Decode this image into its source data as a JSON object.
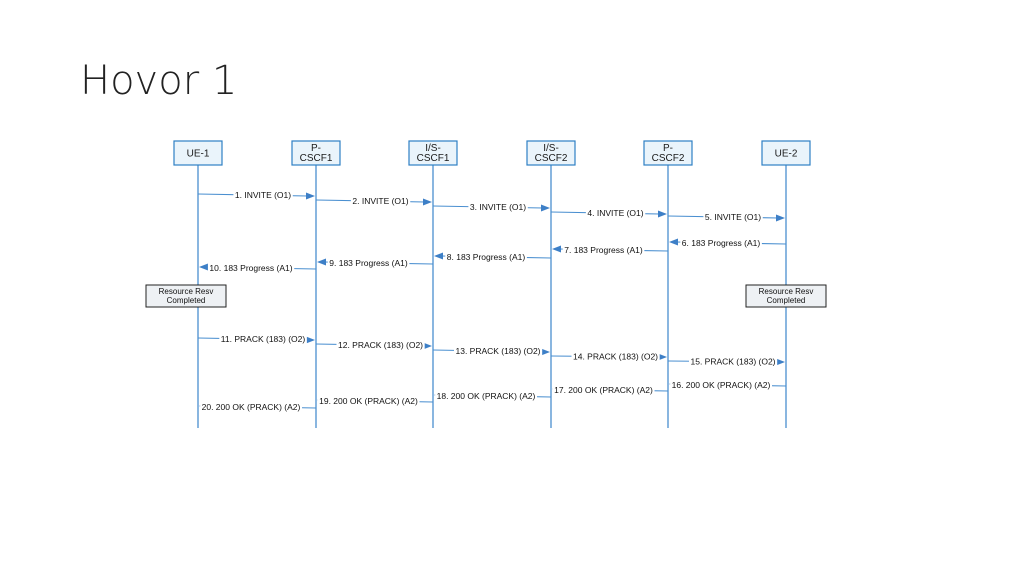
{
  "title": "Hovor 1",
  "nodes": [
    {
      "id": "ue1",
      "lines": [
        "UE-1"
      ]
    },
    {
      "id": "pcscf1",
      "lines": [
        "P-",
        "CSCF1"
      ]
    },
    {
      "id": "iscscf1",
      "lines": [
        "I/S-",
        "CSCF1"
      ]
    },
    {
      "id": "iscscf2",
      "lines": [
        "I/S-",
        "CSCF2"
      ]
    },
    {
      "id": "pcscf2",
      "lines": [
        "P-",
        "CSCF2"
      ]
    },
    {
      "id": "ue2",
      "lines": [
        "UE-2"
      ]
    }
  ],
  "messages": [
    {
      "from": 0,
      "to": 1,
      "label": "1. INVITE (O1)"
    },
    {
      "from": 1,
      "to": 2,
      "label": "2. INVITE (O1)"
    },
    {
      "from": 2,
      "to": 3,
      "label": "3. INVITE (O1)"
    },
    {
      "from": 3,
      "to": 4,
      "label": "4. INVITE (O1)"
    },
    {
      "from": 4,
      "to": 5,
      "label": "5. INVITE (O1)"
    },
    {
      "from": 5,
      "to": 4,
      "label": "6. 183 Progress (A1)"
    },
    {
      "from": 4,
      "to": 3,
      "label": "7. 183 Progress (A1)"
    },
    {
      "from": 3,
      "to": 2,
      "label": "8. 183 Progress (A1)"
    },
    {
      "from": 2,
      "to": 1,
      "label": "9. 183 Progress (A1)"
    },
    {
      "from": 1,
      "to": 0,
      "label": "10. 183 Progress (A1)"
    },
    {
      "from": 0,
      "to": 1,
      "label": "11. PRACK (183) (O2)"
    },
    {
      "from": 1,
      "to": 2,
      "label": "12. PRACK (183) (O2)"
    },
    {
      "from": 2,
      "to": 3,
      "label": "13. PRACK (183) (O2)"
    },
    {
      "from": 3,
      "to": 4,
      "label": "14. PRACK (183) (O2)"
    },
    {
      "from": 4,
      "to": 5,
      "label": "15. PRACK (183) (O2)"
    },
    {
      "from": 5,
      "to": 4,
      "label": "16. 200 OK (PRACK) (A2)"
    },
    {
      "from": 4,
      "to": 3,
      "label": "17. 200 OK (PRACK) (A2)"
    },
    {
      "from": 3,
      "to": 2,
      "label": "18. 200 OK (PRACK) (A2)"
    },
    {
      "from": 2,
      "to": 1,
      "label": "19. 200 OK (PRACK) (A2)"
    },
    {
      "from": 1,
      "to": 0,
      "label": "20. 200 OK (PRACK) (A2)"
    }
  ],
  "notes": [
    {
      "node": 0,
      "lines": [
        "Resource Resv",
        "Completed"
      ]
    },
    {
      "node": 5,
      "lines": [
        "Resource Resv",
        "Completed"
      ]
    }
  ]
}
